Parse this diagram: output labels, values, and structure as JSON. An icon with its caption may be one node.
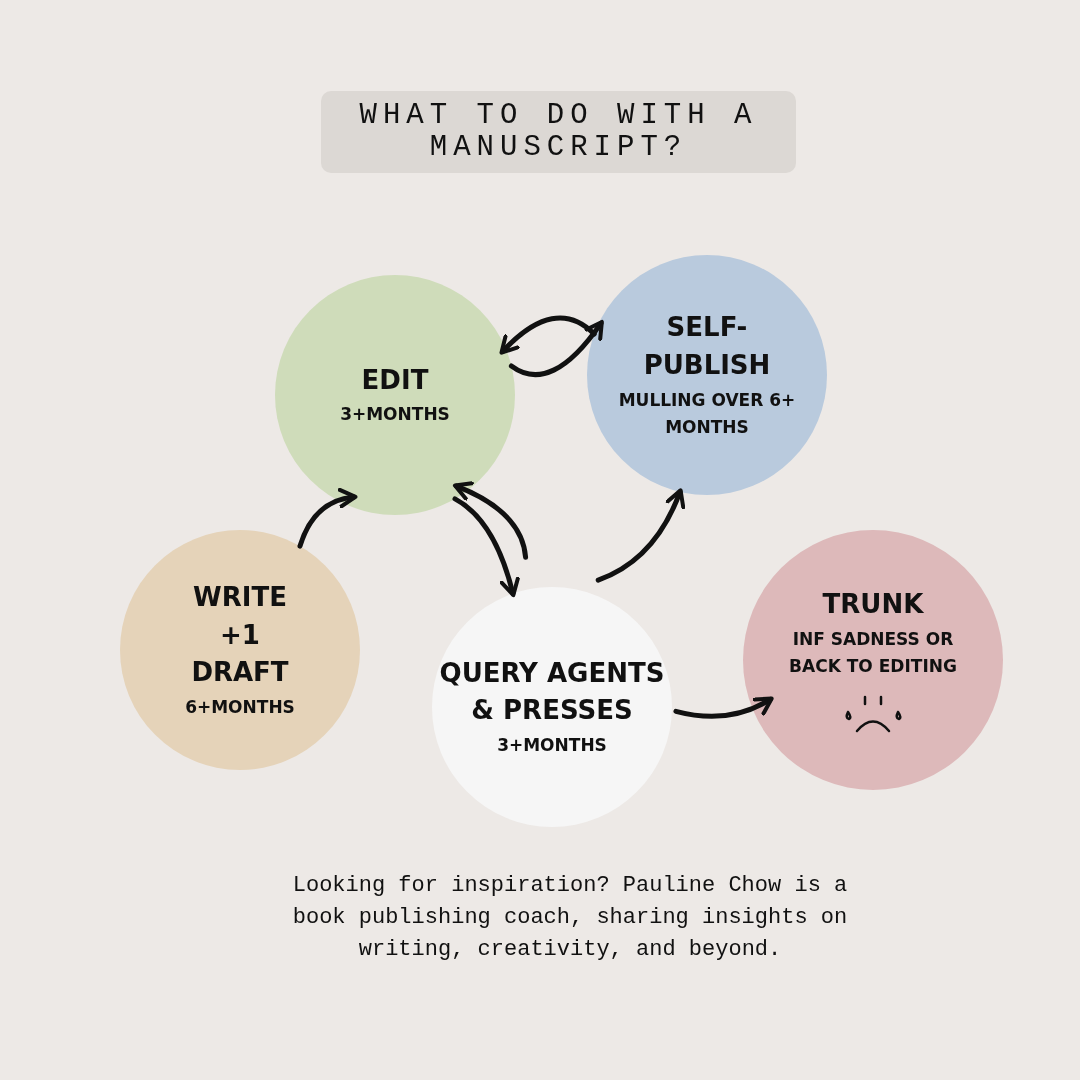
{
  "diagram": {
    "title": "WHAT TO DO WITH A MANUSCRIPT?",
    "caption": "Looking for inspiration? Pauline Chow is a book publishing coach, sharing insights on writing, creativity, and beyond.",
    "nodes": [
      {
        "text": [
          "EDIT",
          "3+MONTHS"
        ]
      },
      {
        "text": [
          "SELF-PUBLISH",
          "MULLING OVER 6+ MONTHS"
        ]
      },
      {
        "text": [
          "WRITE +1 DRAFT",
          "6+MONTHS"
        ]
      },
      {
        "text": [
          "QUERY AGENTS & PRESSES",
          "3+MONTHS"
        ]
      },
      {
        "text": [
          "TRUNK",
          "INF SADNESS OR BACK TO EDITING"
        ]
      }
    ],
    "edges": [
      {
        "from": 2,
        "to": 0,
        "arrow": "to"
      },
      {
        "from": 1,
        "to": 0,
        "arrow": "to"
      },
      {
        "from": 0,
        "to": 1,
        "arrow": "to"
      },
      {
        "from": 0,
        "to": 3,
        "arrow": "to"
      },
      {
        "from": 3,
        "to": 0,
        "arrow": "to"
      },
      {
        "from": 3,
        "to": 1,
        "arrow": "to"
      },
      {
        "from": 3,
        "to": 4,
        "arrow": "to"
      }
    ]
  }
}
